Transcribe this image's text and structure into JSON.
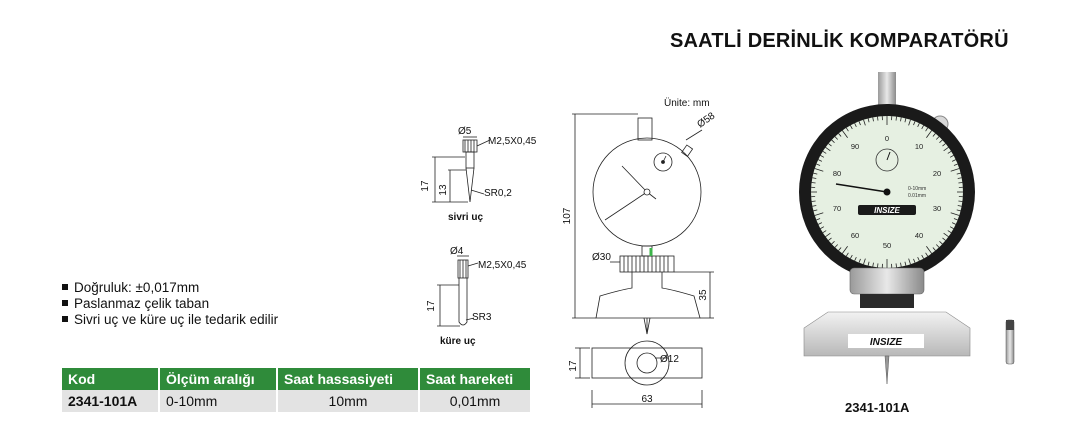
{
  "title": "SAATLİ DERİNLİK KOMPARATÖRÜ",
  "features": [
    "Doğruluk: ±0,017mm",
    "Paslanmaz çelik taban",
    "Sivri uç ve küre uç ile tedarik edilir"
  ],
  "table": {
    "headers": [
      "Kod",
      "Ölçüm aralığı",
      "Saat hassasiyeti",
      "Saat hareketi"
    ],
    "rows": [
      [
        "2341-101A",
        "0-10mm",
        "10mm",
        "0,01mm"
      ]
    ]
  },
  "drawing": {
    "unit_label": "Ünite: mm",
    "sharp_tip": {
      "diameter": "Ø5",
      "thread": "M2,5X0,45",
      "dim_total": "17",
      "dim_part": "13",
      "radius": "SR0,2",
      "caption": "sivri uç"
    },
    "ball_tip": {
      "diameter": "Ø4",
      "thread": "M2,5X0,45",
      "dim_total": "17",
      "radius": "SR3",
      "caption": "küre uç"
    },
    "gauge": {
      "dial_diameter": "Ø58",
      "height": "107",
      "stem_diameter": "Ø30",
      "base_height": "35"
    },
    "base": {
      "hole_diameter": "Ø12",
      "width": "63",
      "depth": "17"
    }
  },
  "photo": {
    "brand": "INSIZE",
    "caption": "2341-101A",
    "dial_numbers": [
      "0",
      "10",
      "20",
      "30",
      "40",
      "50",
      "60",
      "70",
      "80",
      "90"
    ],
    "dial_range": "0-10mm",
    "dial_resolution": "0.01mm",
    "colors": {
      "dial_face": "#e6f0e2",
      "bezel": "#111111",
      "metal": "#c8c8c8"
    }
  },
  "colors": {
    "table_header": "#2f8b3a",
    "table_row": "#e3e3e3"
  }
}
